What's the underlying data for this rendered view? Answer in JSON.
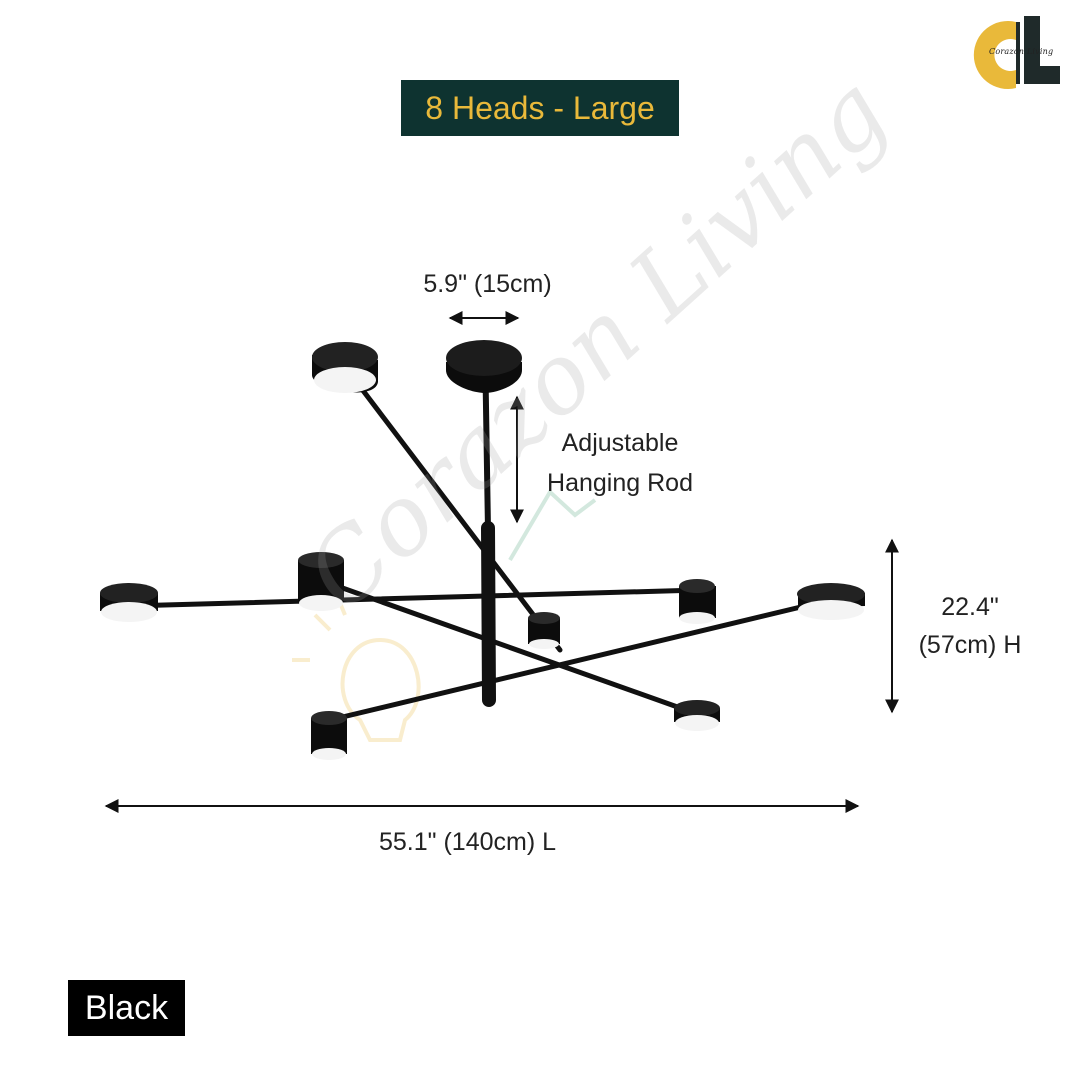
{
  "title": "8 Heads - Large",
  "variant": "Black",
  "dimensions": {
    "canopy": "5.9\" (15cm)",
    "rod_line1": "Adjustable",
    "rod_line2": "Hanging Rod",
    "height_line1": "22.4\"",
    "height_line2": "(57cm) H",
    "length": "55.1\" (140cm) L"
  },
  "brand": {
    "name": "Corazon Living",
    "logo_letters": "CL",
    "colors": {
      "accent": "#e9b93a",
      "dark": "#0e3330",
      "logo_dark": "#1f2a2a"
    }
  },
  "watermark": "Corazon Living",
  "product_color": "#111111"
}
